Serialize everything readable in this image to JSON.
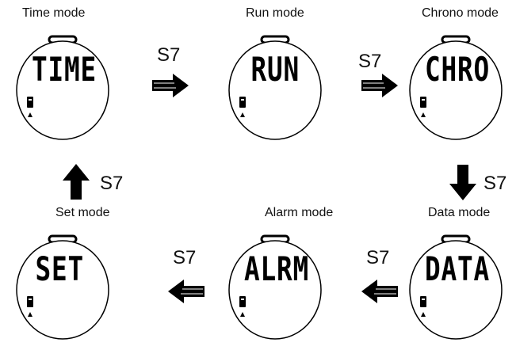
{
  "modes": {
    "time": {
      "label": "Time mode",
      "display": "TIME"
    },
    "run": {
      "label": "Run mode",
      "display": "RUN"
    },
    "chrono": {
      "label": "Chrono mode",
      "display": "CHRO"
    },
    "data": {
      "label": "Data mode",
      "display": "DATA"
    },
    "alarm": {
      "label": "Alarm mode",
      "display": "ALRM"
    },
    "set": {
      "label": "Set mode",
      "display": "SET"
    }
  },
  "transitions": {
    "time_to_run": "S7",
    "run_to_chrono": "S7",
    "chrono_to_data": "S7",
    "data_to_alarm": "S7",
    "alarm_to_set": "S7",
    "set_to_time": "S7"
  },
  "icons": {
    "battery": "battery-icon",
    "bell": "bell-icon",
    "arrow": "arrow-icon"
  }
}
